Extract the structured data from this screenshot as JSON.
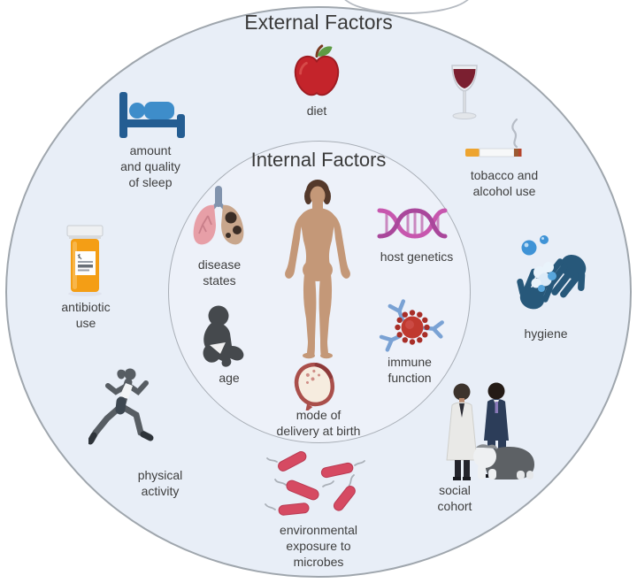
{
  "titles": {
    "external": "External Factors",
    "internal": "Internal Factors"
  },
  "external_factors": [
    {
      "id": "diet",
      "label": "diet",
      "icon": "apple-icon"
    },
    {
      "id": "sleep",
      "label": "amount\nand quality\nof sleep",
      "icon": "bed-icon"
    },
    {
      "id": "tobacco-alcohol",
      "label": "tobacco and\nalcohol use",
      "icon": "wine-glass-icon cigarette-icon"
    },
    {
      "id": "hygiene",
      "label": "hygiene",
      "icon": "hand-washing-icon"
    },
    {
      "id": "social-cohort",
      "label": "social\ncohort",
      "icon": "people-with-dog-icon"
    },
    {
      "id": "environmental-exposure",
      "label": "environmental\nexposure to\nmicrobes",
      "icon": "bacteria-icon"
    },
    {
      "id": "physical-activity",
      "label": "physical\nactivity",
      "icon": "runner-icon"
    },
    {
      "id": "antibiotic-use",
      "label": "antibiotic\nuse",
      "icon": "pill-bottle-icon"
    }
  ],
  "internal_factors": [
    {
      "id": "disease-states",
      "label": "disease\nstates",
      "icon": "lungs-icon"
    },
    {
      "id": "host-genetics",
      "label": "host genetics",
      "icon": "dna-icon"
    },
    {
      "id": "immune-function",
      "label": "immune\nfunction",
      "icon": "virus-antibody-icon"
    },
    {
      "id": "age",
      "label": "age",
      "icon": "baby-icon"
    },
    {
      "id": "mode-of-delivery",
      "label": "mode of\ndelivery at birth",
      "icon": "fetus-icon"
    }
  ],
  "center": {
    "icon": "human-body-icon"
  },
  "colors": {
    "outer_fill": "#e8eef7",
    "inner_fill": "#edf1f9",
    "circle_border": "#9fa6ad",
    "text": "#3e3e3e",
    "apple_red": "#c4242b",
    "bed_blue": "#245d92",
    "blanket_blue": "#3e8dca",
    "wine_red": "#7b1f30",
    "bottle_orange": "#f49e15",
    "hand_blue": "#27587a",
    "bubble_blue": "#3f93d6",
    "bacteria_red": "#d64a62",
    "dna_pink": "#c757ae",
    "virus_red": "#c0392f",
    "antibody_blue": "#7aa2d4",
    "lung_pink": "#e79fa7",
    "lung_tan": "#c8a68c",
    "skin": "#c49878",
    "silhouette_gray": "#575d63"
  }
}
